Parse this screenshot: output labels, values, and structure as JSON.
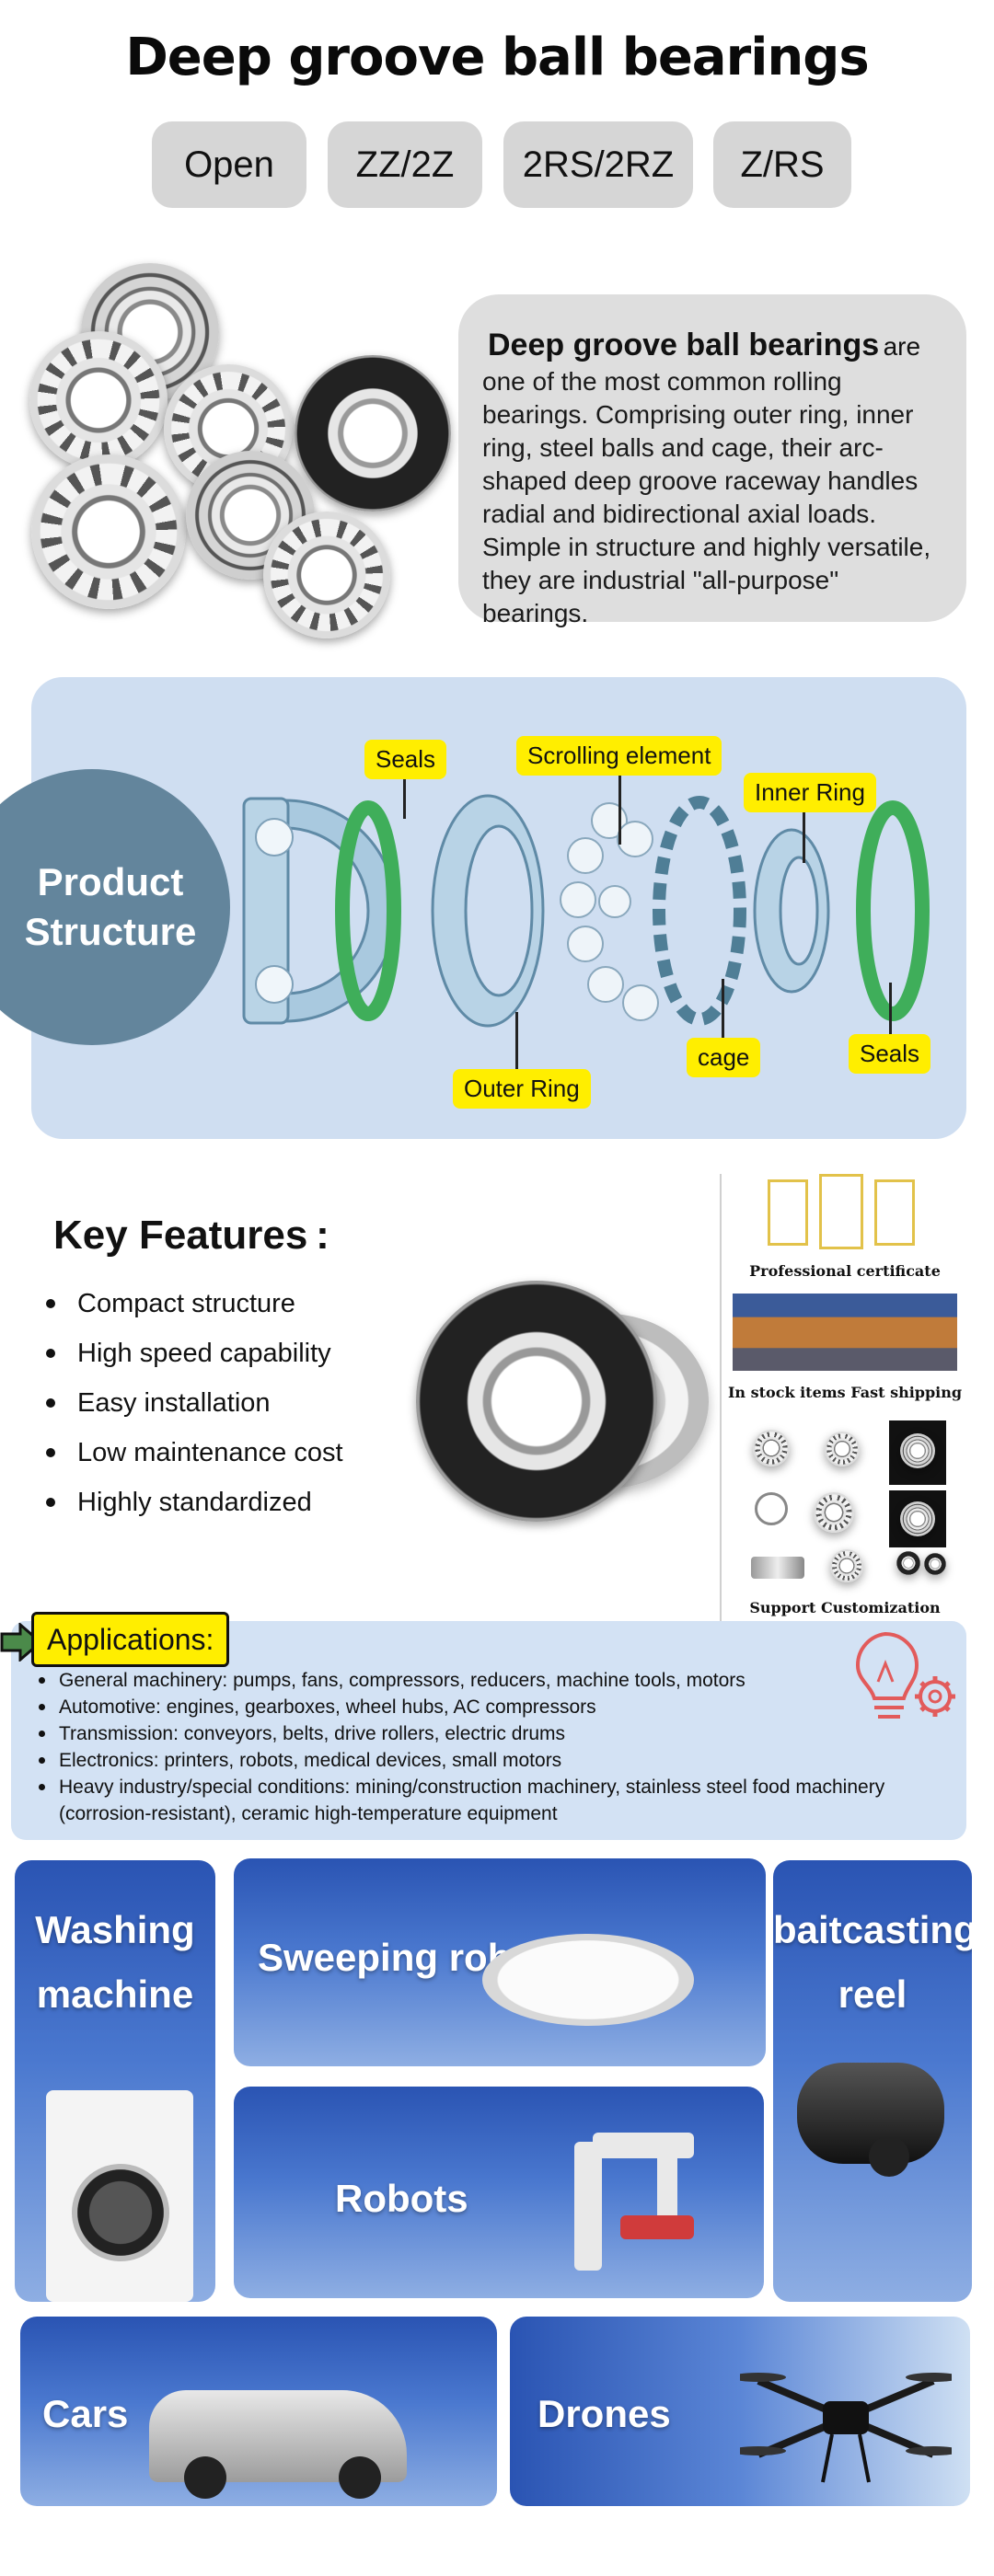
{
  "title": "Deep groove ball bearings",
  "variants": [
    "Open",
    "ZZ/2Z",
    "2RS/2RZ",
    "Z/RS"
  ],
  "description": {
    "lead": "Deep groove ball bearings",
    "lead_tail": "are",
    "lines": [
      "one of the most common rolling",
      "bearings. Comprising outer ring, inner",
      "ring, steel balls and cage, their arc-",
      "shaped deep groove raceway handles",
      "radial and bidirectional axial loads.",
      "Simple in structure and highly versatile,",
      "they are industrial \"all-purpose\" bearings."
    ]
  },
  "structure": {
    "title_line1": "Product",
    "title_line2": "Structure",
    "tags": {
      "seals_top": "Seals",
      "scrolling_element": "Scrolling element",
      "inner_ring": "Inner Ring",
      "outer_ring": "Outer Ring",
      "cage": "cage",
      "seals_bottom": "Seals"
    }
  },
  "features": {
    "title": "Key Features :",
    "items": [
      "Compact structure",
      "High speed capability",
      "Easy installation",
      "Low maintenance cost",
      "Highly standardized"
    ]
  },
  "info": {
    "certificate": "Professional certificate",
    "stock": "In stock items Fast shipping",
    "custom": "Support Customization"
  },
  "applications": {
    "label": "Applications:",
    "items": [
      "General machinery: pumps, fans, compressors, reducers, machine tools, motors",
      "Automotive: engines, gearboxes, wheel hubs, AC compressors",
      "Transmission: conveyors, belts, drive rollers, electric drums",
      "Electronics: printers, robots, medical devices, small motors",
      "Heavy industry/special conditions: mining/construction machinery, stainless steel food machinery",
      "(corrosion-resistant), ceramic high-temperature equipment"
    ]
  },
  "tiles": {
    "washing_1": "Washing",
    "washing_2": "machine",
    "sweeping": "Sweeping robot",
    "reel_1": "baitcasting",
    "reel_2": "reel",
    "robots": "Robots",
    "cars": "Cars",
    "drones": "Drones"
  },
  "colors": {
    "pill_bg": "#d6d6d6",
    "structure_bg": "#cfdef1",
    "structure_circle": "#63859c",
    "tag_yellow": "#ffee00",
    "apps_bg": "#d3e2f4",
    "tile_blue": "#2a54b3",
    "seal_green": "#3fae5a",
    "ring_blue": "#9fc4dc"
  }
}
